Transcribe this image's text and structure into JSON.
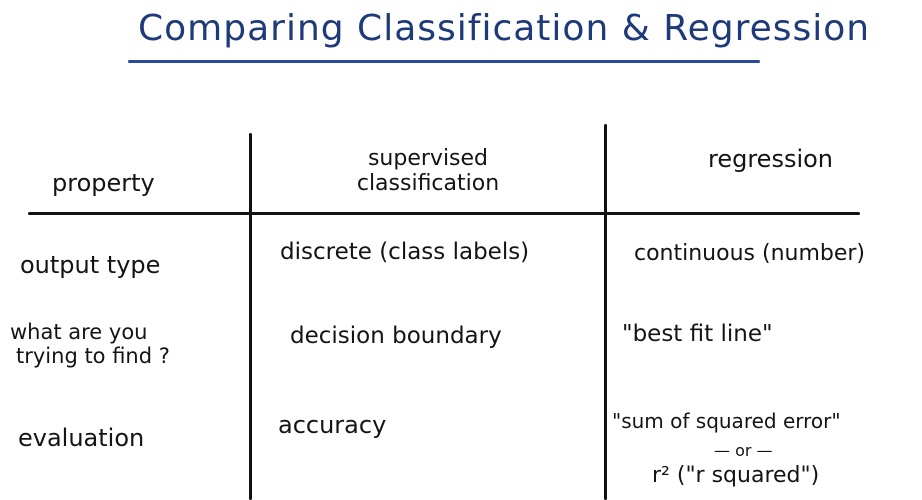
{
  "title": "Comparing Classification & Regression",
  "colors": {
    "title_ink": "#1f3a7a",
    "underline": "#2a4aa0",
    "ink": "#141414"
  },
  "table": {
    "headers": {
      "property": "property",
      "classification": [
        "supervised",
        "classification"
      ],
      "regression": "regression"
    },
    "rows": [
      {
        "property": [
          "output type"
        ],
        "classification": "discrete (class labels)",
        "regression": [
          "continuous (number)"
        ]
      },
      {
        "property": [
          "what are you",
          "trying to find ?"
        ],
        "classification": "decision boundary",
        "regression": [
          "\"best fit line\""
        ]
      },
      {
        "property": [
          "evaluation"
        ],
        "classification": "accuracy",
        "regression": [
          "\"sum of squared error\"",
          "— or —",
          "r² (\"r squared\")"
        ]
      }
    ]
  }
}
